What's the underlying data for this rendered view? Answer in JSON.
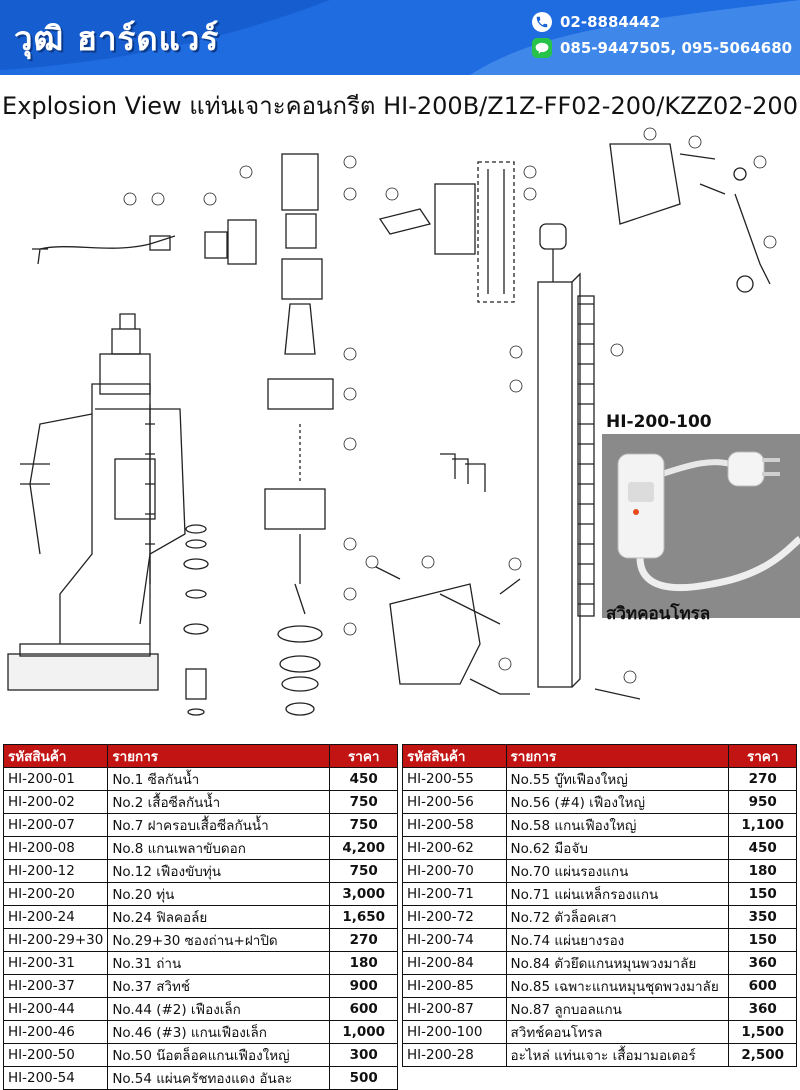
{
  "header": {
    "brand": "วุฒิ ฮาร์ดแวร์",
    "phone": "02-8884442",
    "line": "085-9447505,  095-5064680"
  },
  "title": "Explosion View แท่นเจาะคอนกรีต HI-200B/Z1Z-FF02-200/KZZ02-200",
  "photo": {
    "label": "HI-200-100",
    "caption": "สวิทคอนโทรล"
  },
  "table": {
    "headers": [
      "รหัสสินค้า",
      "รายการ",
      "ราคา"
    ],
    "left": [
      [
        "HI-200-01",
        "No.1 ซีลกันน้ำ",
        "450"
      ],
      [
        "HI-200-02",
        "No.2 เสื้อซีลกันน้ำ",
        "750"
      ],
      [
        "HI-200-07",
        "No.7 ฝาครอบเสื้อซีลกันน้ำ",
        "750"
      ],
      [
        "HI-200-08",
        "No.8 แกนเพลาขับดอก",
        "4,200"
      ],
      [
        "HI-200-12",
        "No.12 เฟืองขับทุ่น",
        "750"
      ],
      [
        "HI-200-20",
        "No.20 ทุ่น",
        "3,000"
      ],
      [
        "HI-200-24",
        "No.24 ฟิลคอล์ย",
        "1,650"
      ],
      [
        "HI-200-29+30",
        "No.29+30 ซองถ่าน+ฝาปิด",
        "270"
      ],
      [
        "HI-200-31",
        "No.31 ถ่าน",
        "180"
      ],
      [
        "HI-200-37",
        "No.37 สวิทช์",
        "900"
      ],
      [
        "HI-200-44",
        "No.44 (#2) เฟืองเล็ก",
        "600"
      ],
      [
        "HI-200-46",
        "No.46 (#3) แกนเฟืองเล็ก",
        "1,000"
      ],
      [
        "HI-200-50",
        "No.50 น๊อตล็อคแกนเฟืองใหญ่",
        "300"
      ],
      [
        "HI-200-54",
        "No.54 แผ่นครัชทองแดง อันละ",
        "500"
      ]
    ],
    "right": [
      [
        "HI-200-55",
        "No.55 บู๊ทเฟืองใหญ่",
        "270"
      ],
      [
        "HI-200-56",
        "No.56 (#4) เฟืองใหญ่",
        "950"
      ],
      [
        "HI-200-58",
        "No.58 แกนเฟืองใหญ่",
        "1,100"
      ],
      [
        "HI-200-62",
        "No.62 มือจับ",
        "450"
      ],
      [
        "HI-200-70",
        "No.70 แผ่นรองแกน",
        "180"
      ],
      [
        "HI-200-71",
        "No.71 แผ่นเหล็กรองแกน",
        "150"
      ],
      [
        "HI-200-72",
        "No.72 ตัวล็อคเสา",
        "350"
      ],
      [
        "HI-200-74",
        "No.74 แผ่นยางรอง",
        "150"
      ],
      [
        "HI-200-84",
        "No.84 ตัวยึดแกนหมุนพวงมาลัย",
        "360"
      ],
      [
        "HI-200-85",
        "No.85 เฉพาะแกนหมุนชุดพวงมาลัย",
        "600"
      ],
      [
        "HI-200-87",
        "No.87 ลูกบอลแกน",
        "360"
      ],
      [
        "HI-200-100",
        "สวิทช์คอนโทรล",
        "1,500"
      ],
      [
        "HI-200-28",
        "อะไหล่ แท่นเจาะ เสื้อมามอเตอร์",
        "2,500"
      ]
    ]
  }
}
